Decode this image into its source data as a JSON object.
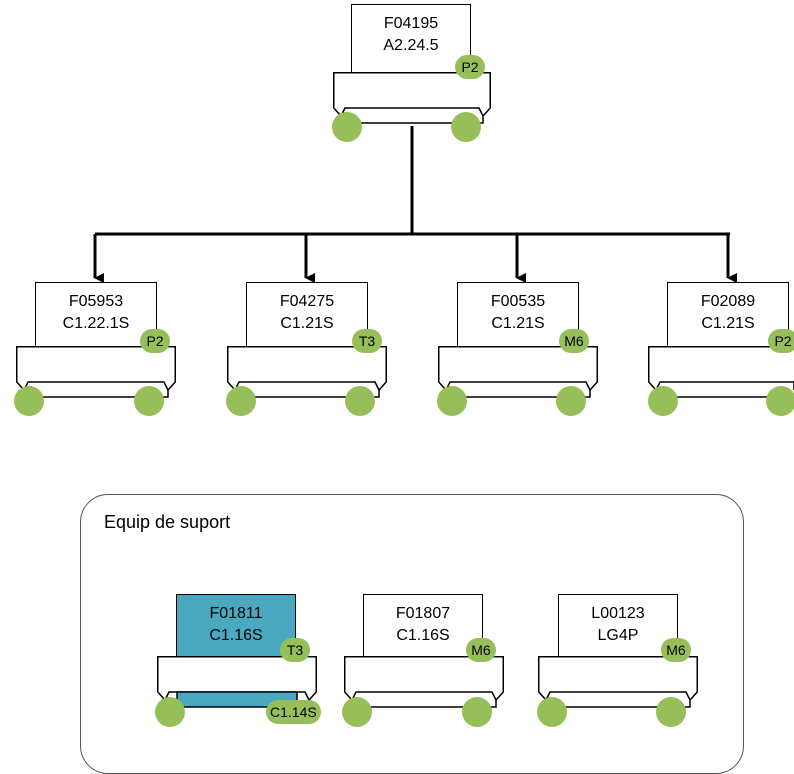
{
  "root": {
    "code": "F04195",
    "sub": "A2.24.5",
    "badge": "P2"
  },
  "children": [
    {
      "code": "F05953",
      "sub": "C1.22.1S",
      "badge": "P2"
    },
    {
      "code": "F04275",
      "sub": "C1.21S",
      "badge": "T3"
    },
    {
      "code": "F00535",
      "sub": "C1.21S",
      "badge": "M6"
    },
    {
      "code": "F02089",
      "sub": "C1.21S",
      "badge": "P2"
    }
  ],
  "support": {
    "title": "Equip de suport",
    "members": [
      {
        "code": "F01811",
        "sub": "C1.16S",
        "badge": "T3",
        "extra_badge": "C1.14S",
        "highlight_color": "#4aa8c0"
      },
      {
        "code": "F01807",
        "sub": "C1.16S",
        "badge": "M6"
      },
      {
        "code": "L00123",
        "sub": "LG4P",
        "badge": "M6"
      }
    ]
  },
  "colors": {
    "node_dot": "#96bf5a",
    "highlight": "#4aa8c0"
  }
}
